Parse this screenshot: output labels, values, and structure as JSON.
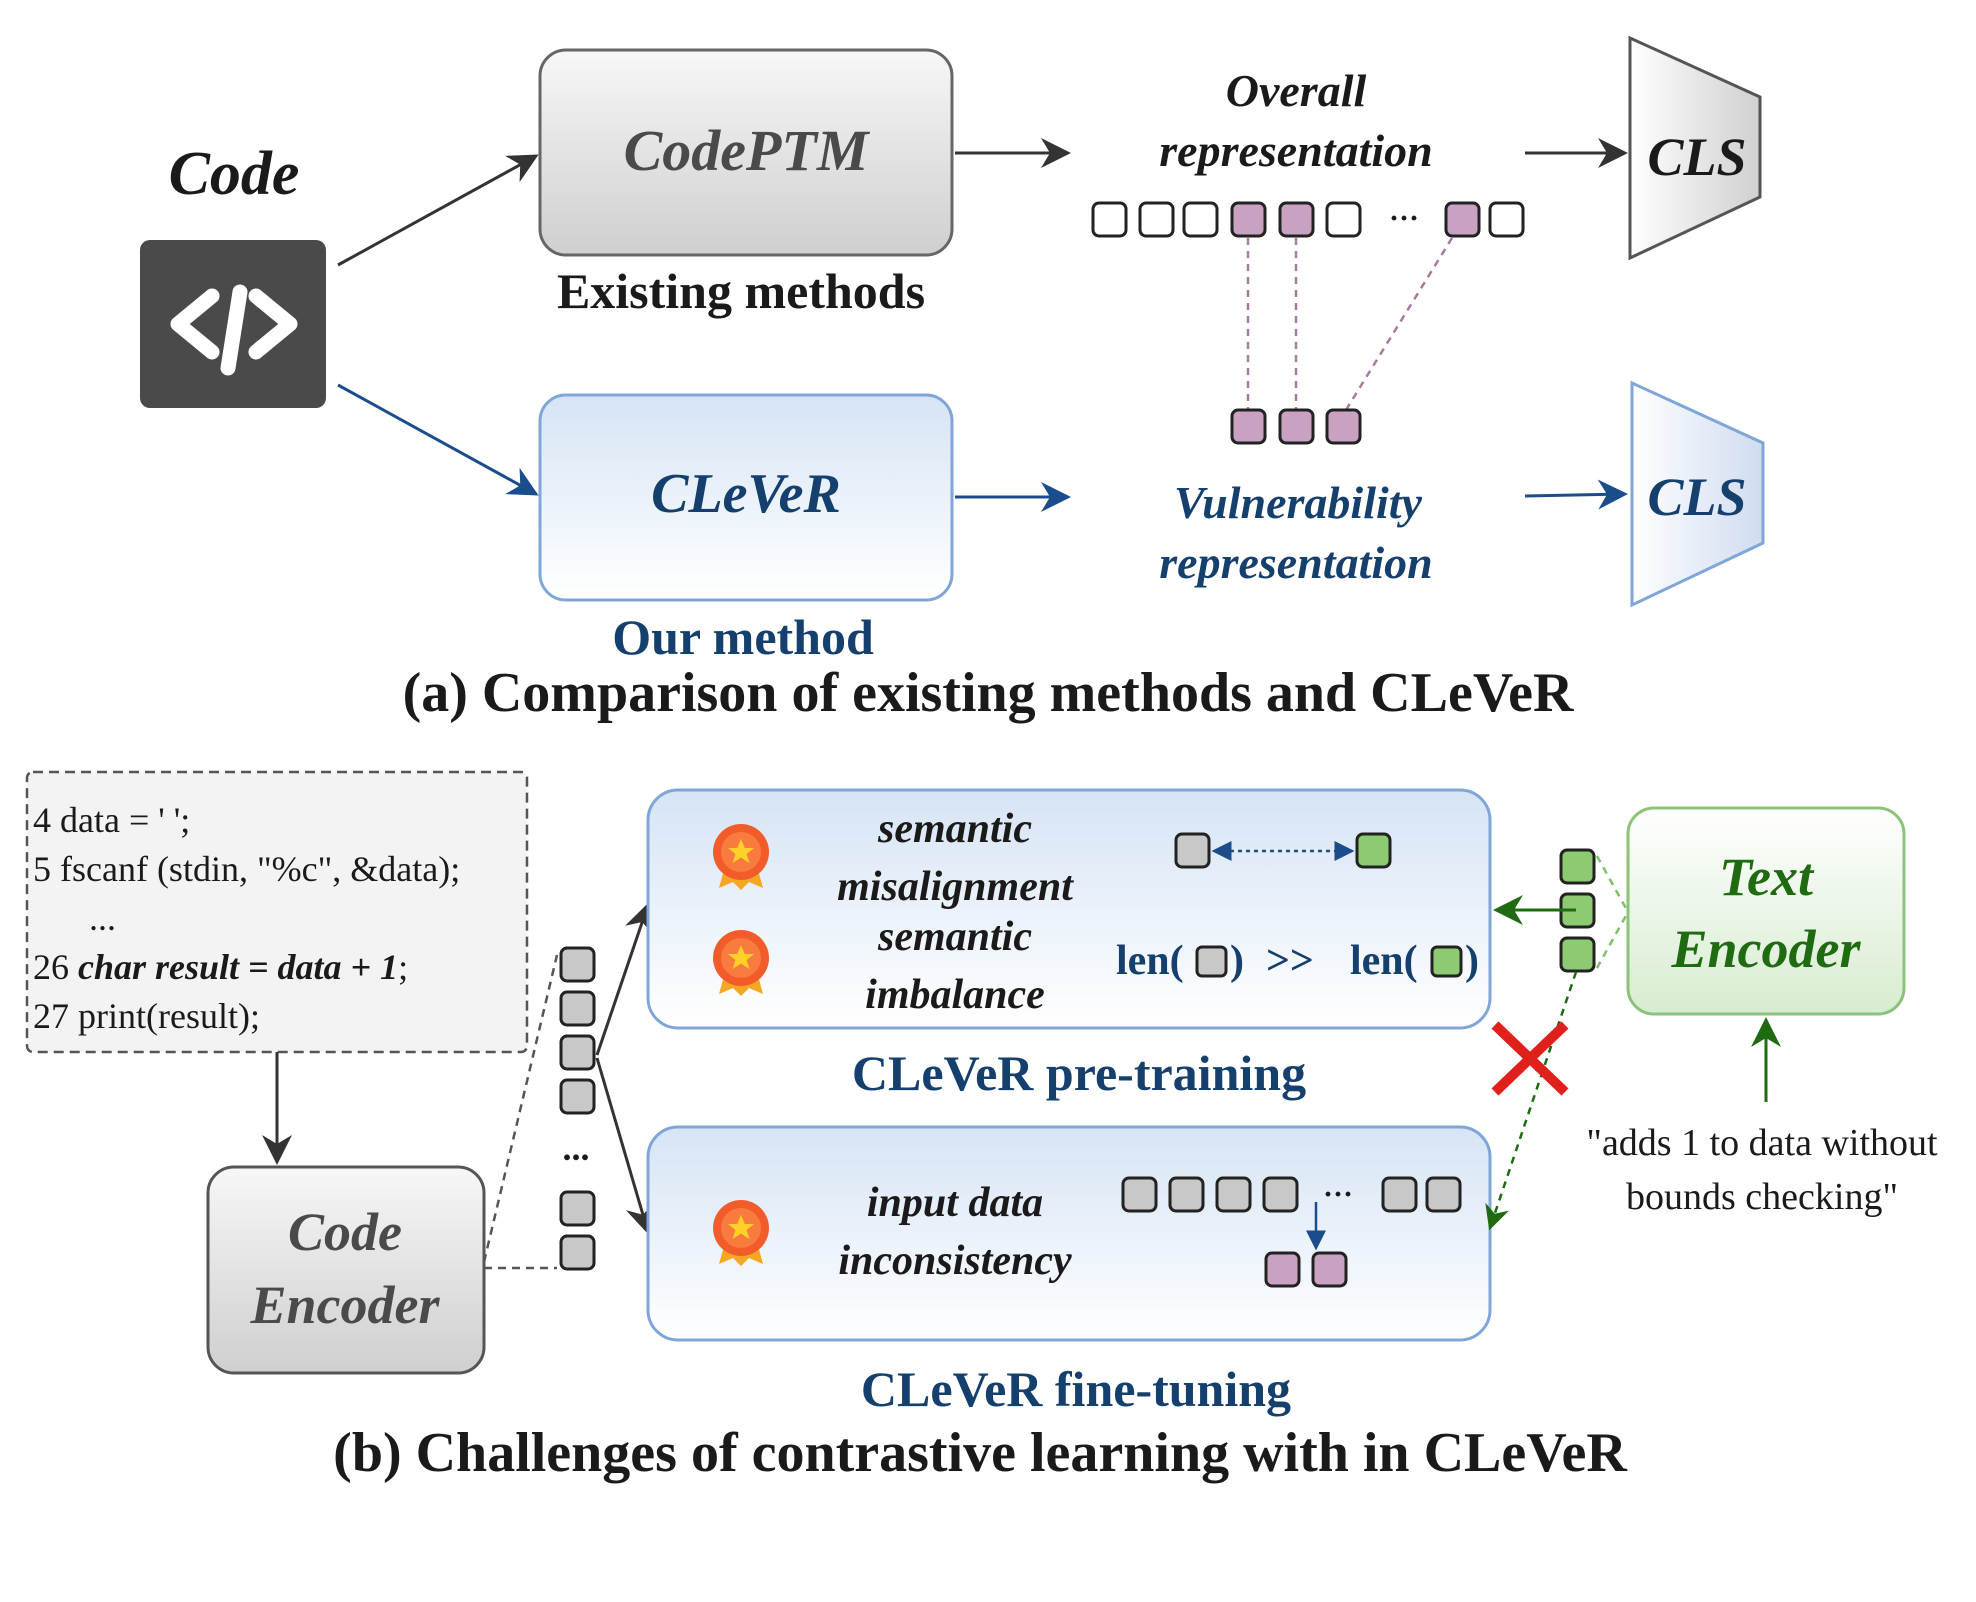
{
  "part_a": {
    "code_label": "Code",
    "codeptm": "CodePTM",
    "existing": "Existing methods",
    "clever": "CLeVeR",
    "our_method": "Our method",
    "overall_line1": "Overall",
    "overall_line2": "representation",
    "vuln_line1": "Vulnerability",
    "vuln_line2": "representation",
    "ellipsis": "···",
    "cls_top": "CLS",
    "cls_bottom": "CLS",
    "caption": "(a) Comparison of existing methods and CLeVeR"
  },
  "part_b": {
    "code_lines": [
      {
        "num": "4",
        "text": "data = ' ';",
        "emph": false
      },
      {
        "num": "5",
        "text": "fscanf (stdin, \"%c\", &data);",
        "emph": false
      },
      {
        "num": "",
        "text": "...",
        "emph": false
      },
      {
        "num": "26",
        "text": "char result = data + 1",
        "suffix": ";",
        "emph": true
      },
      {
        "num": "27",
        "text": "print(result);",
        "emph": false
      }
    ],
    "code_encoder_line1": "Code",
    "code_encoder_line2": "Encoder",
    "token_ellipsis": "...",
    "pretrain_item1_line1": "semantic",
    "pretrain_item1_line2": "misalignment",
    "pretrain_item2_line1": "semantic",
    "pretrain_item2_line2": "imbalance",
    "len_left": "len(",
    "len_close": ")",
    "len_gt": ">>",
    "len_right": "len(",
    "pretrain_caption": "CLeVeR pre-training",
    "finetune_item_line1": "input data",
    "finetune_item_line2": "inconsistency",
    "finetune_ellipsis": "···",
    "finetune_caption": "CLeVeR fine-tuning",
    "text_encoder_line1": "Text",
    "text_encoder_line2": "Encoder",
    "quote_line1": "\"adds 1 to data without",
    "quote_line2": "bounds checking\"",
    "caption": "(b) Challenges of contrastive learning with in CLeVeR"
  },
  "colors": {
    "navy": "#15406e",
    "blue_arrow": "#1b4d8c",
    "pink_token": "#c9a1c1",
    "green_token": "#8ccb72",
    "gray_token": "#c8c8c8",
    "green_text": "#1f6b12",
    "red_cross": "#e0201b"
  },
  "icons": [
    "code-icon",
    "medal-icon",
    "cross-icon",
    "arrow-icon"
  ]
}
